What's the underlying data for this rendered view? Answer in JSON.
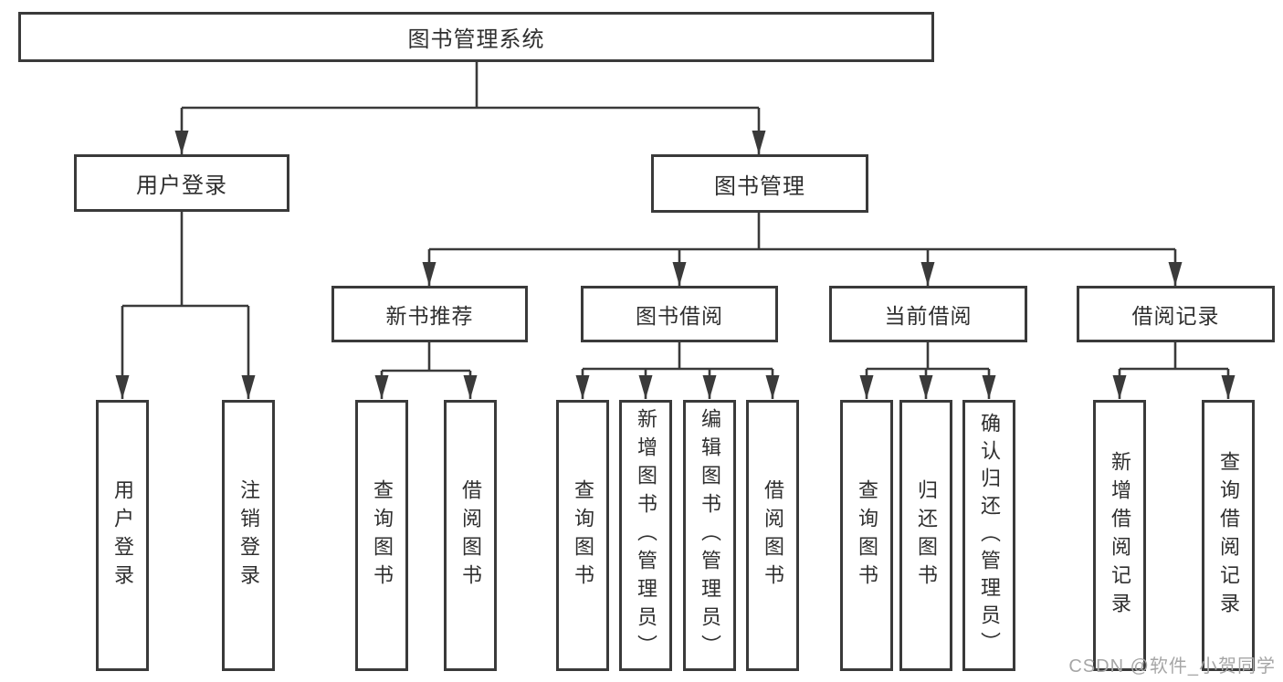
{
  "tree": {
    "root": {
      "label": "图书管理系统"
    },
    "branches": [
      {
        "label": "用户登录",
        "children": [
          {
            "label": "用户登录"
          },
          {
            "label": "注销登录"
          }
        ]
      },
      {
        "label": "图书管理",
        "children": [
          {
            "label": "新书推荐",
            "children": [
              {
                "label": "查询图书"
              },
              {
                "label": "借阅图书"
              }
            ]
          },
          {
            "label": "图书借阅",
            "children": [
              {
                "label": "查询图书"
              },
              {
                "label": "新增图书（管理员）"
              },
              {
                "label": "编辑图书（管理员）"
              },
              {
                "label": "借阅图书"
              }
            ]
          },
          {
            "label": "当前借阅",
            "children": [
              {
                "label": "查询图书"
              },
              {
                "label": "归还图书"
              },
              {
                "label": "确认归还（管理员）"
              }
            ]
          },
          {
            "label": "借阅记录",
            "children": [
              {
                "label": "新增借阅记录"
              },
              {
                "label": "查询借阅记录"
              }
            ]
          }
        ]
      }
    ]
  },
  "watermark": {
    "text": "CSDN @软件_小贺同学"
  },
  "colors": {
    "line": "#3a3a3a",
    "box_border": "#3a3a3a",
    "text": "#2f2f2f",
    "watermark": "#a6a6a6",
    "background": "#ffffff"
  }
}
